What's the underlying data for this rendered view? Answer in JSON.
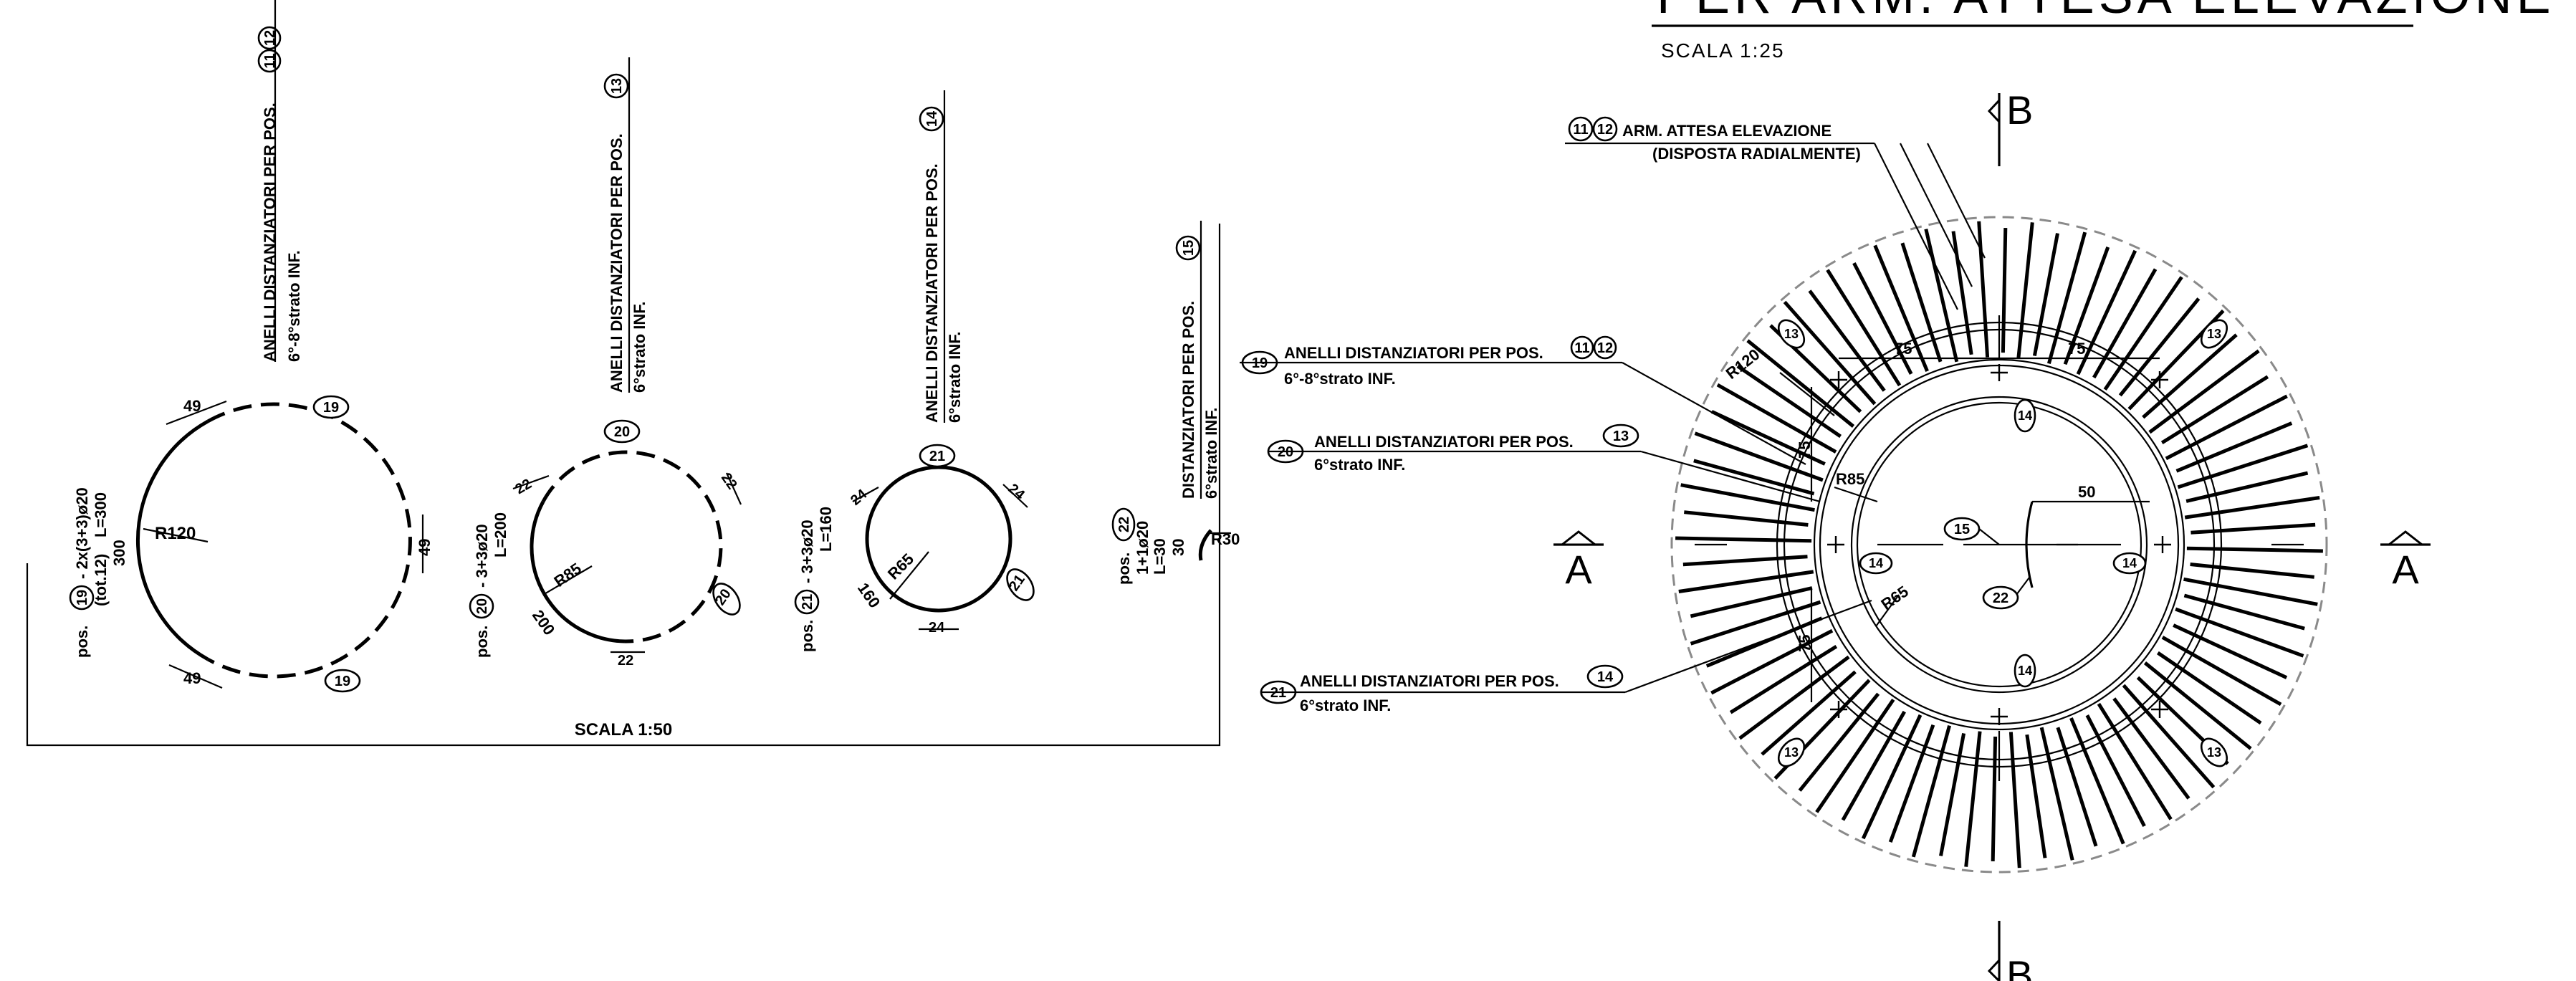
{
  "title": "PER ARM. ATTESA ELEVAZIONE",
  "scale_plan": "SCALA 1:25",
  "scale_details": "SCALA 1:50",
  "section_marks": {
    "a_left": "A",
    "a_right": "A",
    "b_top": "B",
    "b_bottom": "B"
  },
  "plan_labels": {
    "attesa_nums": [
      "11",
      "12"
    ],
    "attesa_line1": "ARM. ATTESA ELEVAZIONE",
    "attesa_line2": "(DISPOSTA RADIALMENTE)",
    "r19_num": "19",
    "r19_line1": "ANELLI DISTANZIATORI PER POS.",
    "r19_pos": [
      "11",
      "12"
    ],
    "r19_line2": "6°-8°strato INF.",
    "r20_num": "20",
    "r20_line1": "ANELLI DISTANZIATORI PER POS.",
    "r20_pos": "13",
    "r20_line2": "6°strato INF.",
    "r21_num": "21",
    "r21_line1": "ANELLI DISTANZIATORI PER POS.",
    "r21_pos": "14",
    "r21_line2": "6°strato INF.",
    "dim75": "75",
    "dim50": "50",
    "r120": "R120",
    "r85": "R85",
    "r65": "R65",
    "pos13": "13",
    "pos14": "14",
    "pos15": "15",
    "pos22": "22"
  },
  "details": {
    "ring19": {
      "header1": "ANELLI DISTANZIATORI PER POS.",
      "header_pos": [
        "11",
        "12"
      ],
      "header2": "6°-8°strato INF.",
      "pos": "pos.",
      "num": "19",
      "formula": "- 2x(3+3)ø20",
      "sub": "(tot.12)",
      "length": "L=300",
      "side": "300",
      "radius": "R120",
      "overlap": "49",
      "tags": [
        "19",
        "19"
      ]
    },
    "ring20": {
      "header1": "ANELLI DISTANZIATORI PER POS.",
      "header_pos": "13",
      "header2": "6°strato INF.",
      "pos": "pos.",
      "num": "20",
      "formula": "- 3+3ø20",
      "length": "L=200",
      "side": "200",
      "radius": "R85",
      "overlap": "22",
      "tags": [
        "20",
        "20"
      ]
    },
    "ring21": {
      "header1": "ANELLI DISTANZIATORI PER POS.",
      "header_pos": "14",
      "header2": "6°strato INF.",
      "pos": "pos.",
      "num": "21",
      "formula": "- 3+3ø20",
      "length": "L=160",
      "side": "160",
      "radius": "R65",
      "overlap": "24",
      "tags": [
        "21",
        "21"
      ]
    },
    "bar22": {
      "header1": "DISTANZIATORI PER POS.",
      "header_pos": "15",
      "header2": "6°strato INF.",
      "pos": "pos.",
      "num": "22",
      "formula": "1+1ø20",
      "length": "L=30",
      "side": "30",
      "radius": "R30"
    }
  }
}
